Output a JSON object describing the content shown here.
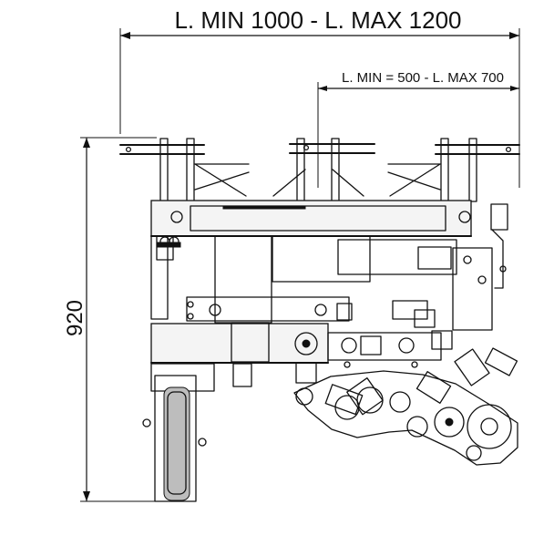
{
  "dimensions": {
    "overall_width": "L. MIN 1000 - L. MAX 1200",
    "inner_width": "L. MIN = 500 - L. MAX 700",
    "height": "920"
  },
  "colors": {
    "line": "#111111",
    "background": "#ffffff",
    "fill_light": "#f4f4f4",
    "fill_mid": "#bdbdbd"
  }
}
